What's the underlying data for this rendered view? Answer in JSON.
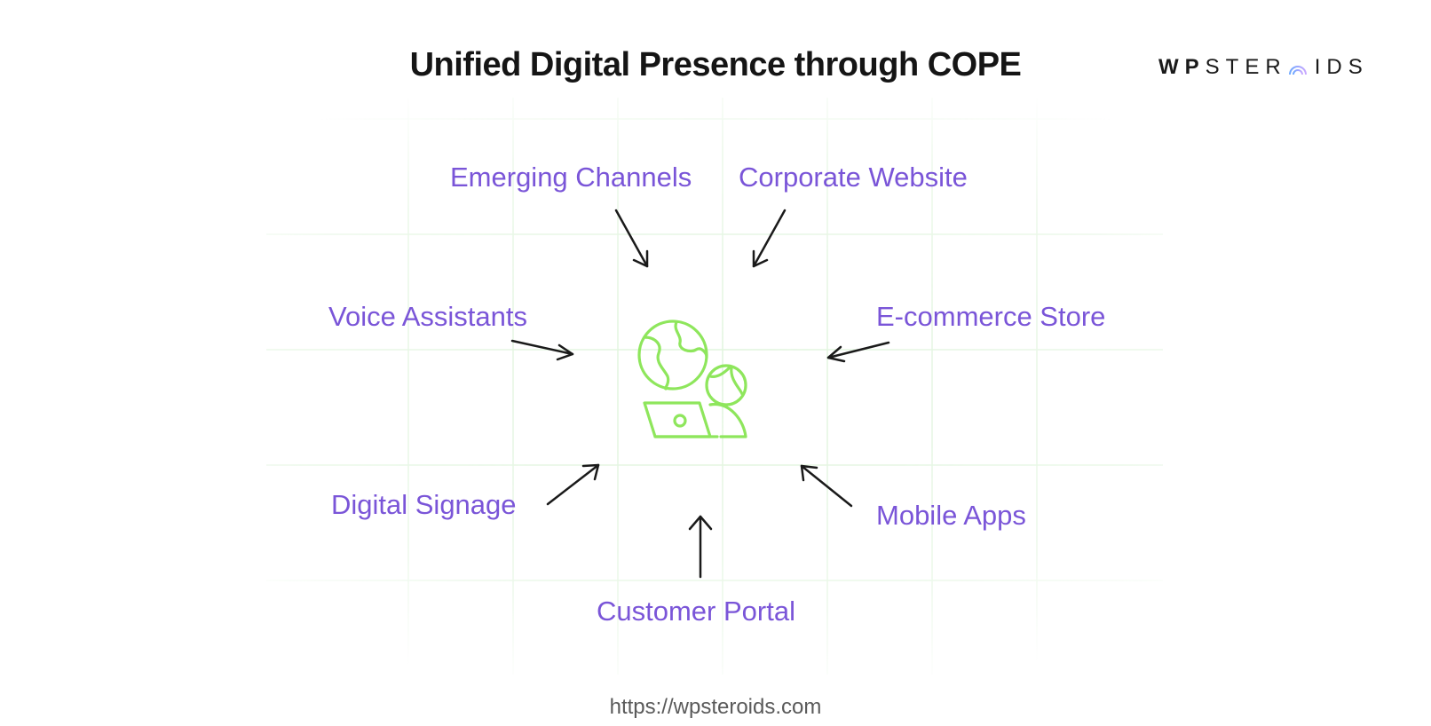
{
  "title": "Unified Digital Presence through COPE",
  "brand": {
    "bold_part": "WP",
    "light_before": "STER",
    "light_after": "IDS",
    "logo_mark_icon": "gradient-arc-o-icon"
  },
  "center": {
    "icon": "globe-laptop-icon",
    "color": "#8ee65c"
  },
  "nodes": [
    {
      "label": "Emerging Channels"
    },
    {
      "label": "Corporate Website"
    },
    {
      "label": "Voice Assistants"
    },
    {
      "label": "E-commerce Store"
    },
    {
      "label": "Digital Signage"
    },
    {
      "label": "Mobile Apps"
    },
    {
      "label": "Customer Portal"
    }
  ],
  "colors": {
    "label": "#7a55d8",
    "arrow": "#1a1a1a",
    "grid": "#e6f6e4",
    "title": "#151515"
  },
  "footer": {
    "url": "https://wpsteroids.com"
  }
}
